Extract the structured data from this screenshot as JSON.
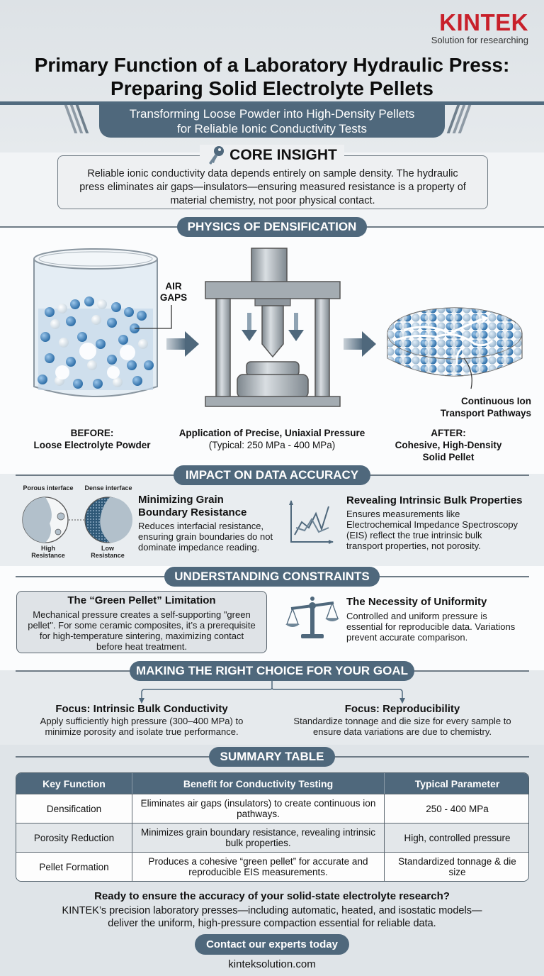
{
  "brand": {
    "name": "KINTEK",
    "tagline": "Solution for researching",
    "color": "#c8202a"
  },
  "header": {
    "title_line1": "Primary Function of a Laboratory Hydraulic Press:",
    "title_line2": "Preparing Solid Electrolyte Pellets",
    "subtitle_line1": "Transforming Loose Powder into High-Density Pellets",
    "subtitle_line2": "for Reliable Ionic Conductivity Tests"
  },
  "core_insight": {
    "icon": "key-icon",
    "heading": "CORE INSIGHT",
    "text_line1": "Reliable ionic conductivity data depends entirely on sample density. The hydraulic",
    "text_line2": "press eliminates air gaps—insulators—ensuring measured resistance is a property of",
    "text_line3": "material chemistry, not poor physical contact."
  },
  "physics": {
    "section_title": "PHYSICS OF DENSIFICATION",
    "air_gaps_label_1": "AIR",
    "air_gaps_label_2": "GAPS",
    "before_label": "BEFORE:",
    "before_desc": "Loose Electrolyte Powder",
    "press_label": "Application of Precise, Uniaxial Pressure",
    "press_range": "(Typical: 250 MPa - 400 MPa)",
    "pathways_label_1": "Continuous Ion",
    "pathways_label_2": "Transport Pathways",
    "after_label": "AFTER:",
    "after_desc_1": "Cohesive, High-Density",
    "after_desc_2": "Solid Pellet"
  },
  "impact": {
    "section_title": "IMPACT ON DATA ACCURACY",
    "porous_label": "Porous interface",
    "dense_label": "Dense interface",
    "high_res_1": "High",
    "high_res_2": "Resistance",
    "low_res_1": "Low",
    "low_res_2": "Resistance",
    "card1_title_1": "Minimizing Grain",
    "card1_title_2": "Boundary Resistance",
    "card1_text_1": "Reduces interfacial resistance,",
    "card1_text_2": "ensuring grain boundaries do not",
    "card1_text_3": "dominate impedance reading.",
    "card2_title": "Revealing Intrinsic Bulk Properties",
    "card2_text_1": "Ensures measurements like",
    "card2_text_2": "Electrochemical Impedance Spectroscopy",
    "card2_text_3": "(EIS) reflect the true intrinsic bulk",
    "card2_text_4": "transport properties, not porosity."
  },
  "constraints": {
    "section_title": "UNDERSTANDING CONSTRAINTS",
    "green_title": "The “Green Pellet” Limitation",
    "green_text_1": "Mechanical pressure creates a self-supporting \"green",
    "green_text_2": "pellet\". For some ceramic composites, it’s a prerequisite",
    "green_text_3": "for high-temperature sintering, maximizing contact",
    "green_text_4": "before heat treatment.",
    "uniform_title": "The Necessity of Uniformity",
    "uniform_text_1": "Controlled and uniform pressure is",
    "uniform_text_2": "essential for reproducible data. Variations",
    "uniform_text_3": "prevent accurate comparison."
  },
  "choice": {
    "section_title": "MAKING THE RIGHT CHOICE FOR YOUR GOAL",
    "left_title": "Focus: Intrinsic Bulk Conductivity",
    "left_text_1": "Apply sufficiently high pressure (300–400 MPa) to",
    "left_text_2": "minimize porosity and isolate true performance.",
    "right_title": "Focus: Reproducibility",
    "right_text_1": "Standardize tonnage and die size for every sample to",
    "right_text_2": "ensure data variations are due to chemistry."
  },
  "summary": {
    "section_title": "SUMMARY TABLE",
    "headers": [
      "Key Function",
      "Benefit for Conductivity Testing",
      "Typical Parameter"
    ],
    "rows": [
      [
        "Densification",
        "Eliminates air gaps (insulators) to create continuous ion pathways.",
        "250 - 400 MPa"
      ],
      [
        "Porosity Reduction",
        "Minimizes grain boundary resistance, revealing intrinsic bulk properties.",
        "High, controlled pressure"
      ],
      [
        "Pellet Formation",
        "Produces a cohesive “green pellet” for accurate and reproducible EIS measurements.",
        "Standardized tonnage & die size"
      ]
    ]
  },
  "cta": {
    "question": "Ready to ensure the accuracy of your solid-state electrolyte research?",
    "text_1": "KINTEK’s precision laboratory presses—including automatic, heated, and isostatic models—",
    "text_2": "deliver the uniform, high-pressure compaction essential for reliable data.",
    "button": "Contact our experts today",
    "website": "kinteksolution.com"
  },
  "colors": {
    "accent": "#4f687c",
    "brand_red": "#c8202a",
    "particle_blue": "#3d7fb8",
    "steel": "#8f979e"
  }
}
